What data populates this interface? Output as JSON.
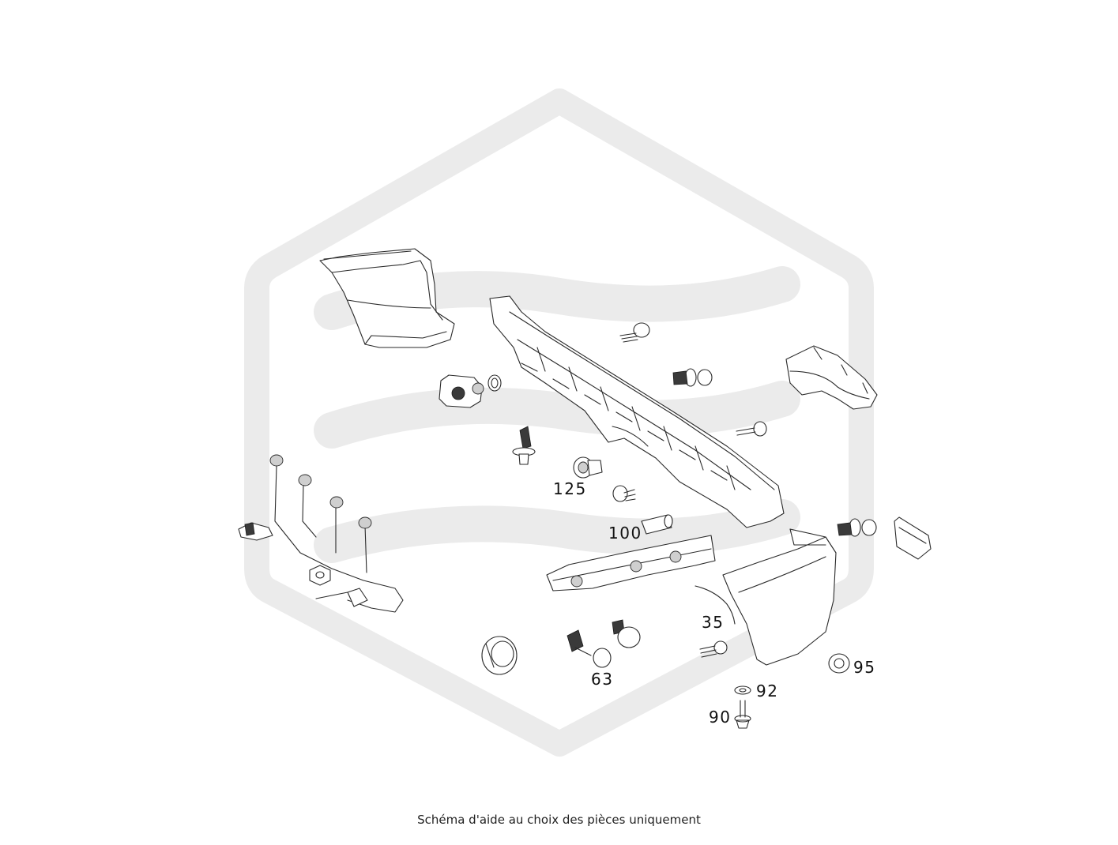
{
  "caption": "Schéma d'aide au choix des pièces uniquement",
  "watermark_color": "#ebebeb",
  "line_color": "#2a2a2a",
  "parts": [
    {
      "id": "125",
      "label": "125"
    },
    {
      "id": "100",
      "label": "100"
    },
    {
      "id": "35",
      "label": "35"
    },
    {
      "id": "63",
      "label": "63"
    },
    {
      "id": "95",
      "label": "95"
    },
    {
      "id": "92",
      "label": "92"
    },
    {
      "id": "90",
      "label": "90"
    }
  ]
}
